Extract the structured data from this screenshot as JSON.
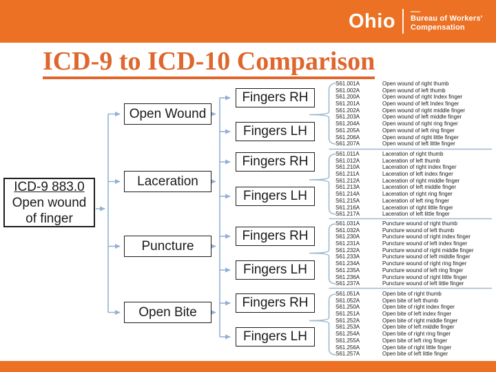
{
  "header": {
    "logo": {
      "state": "Ohio",
      "agency_line1": "Bureau of Workers'",
      "agency_line2": "Compensation"
    },
    "bar_color": "#EC7124"
  },
  "title": "ICD-9 to ICD-10 Comparison",
  "title_color": "#DF662C",
  "diagram": {
    "connector_color": "#92B1D5",
    "brace_color": "#9FB8CB",
    "root": {
      "line1": "ICD-9 883.0",
      "line2": "Open wound",
      "line3": "of finger"
    },
    "categories": [
      {
        "label": "Open Wound"
      },
      {
        "label": "Laceration"
      },
      {
        "label": "Puncture"
      },
      {
        "label": "Open Bite"
      }
    ],
    "hand_boxes": [
      "Fingers RH",
      "Fingers LH",
      "Fingers RH",
      "Fingers LH",
      "Fingers RH",
      "Fingers LH",
      "Fingers RH",
      "Fingers LH"
    ]
  },
  "code_groups": [
    {
      "category": "Open Wound",
      "rows": [
        {
          "code": "S61.001A",
          "desc": "Open wound of right thumb"
        },
        {
          "code": "S61.002A",
          "desc": "Open wound of left thumb"
        },
        {
          "code": "S61.200A",
          "desc": "Open wound of right Index finger"
        },
        {
          "code": "S61.201A",
          "desc": "Open wound of left Index finger"
        },
        {
          "code": "S61.202A",
          "desc": "Open wound of right middle finger"
        },
        {
          "code": "S61.203A",
          "desc": "Open wound of left middle finger"
        },
        {
          "code": "S61.204A",
          "desc": "Open wound of right ring finger"
        },
        {
          "code": "S61.205A",
          "desc": "Open wound of left ring finger"
        },
        {
          "code": "S61.206A",
          "desc": "Open wound of right little finger"
        },
        {
          "code": "S61.207A",
          "desc": "Open wound of left little finger"
        }
      ]
    },
    {
      "category": "Laceration",
      "rows": [
        {
          "code": "S61.011A",
          "desc": "Laceration of right thumb"
        },
        {
          "code": "S61.012A",
          "desc": "Laceration of left thumb"
        },
        {
          "code": "S61.210A",
          "desc": "Laceration of right index finger"
        },
        {
          "code": "S61.211A",
          "desc": "Laceration of left index finger"
        },
        {
          "code": "S61.212A",
          "desc": "Laceration of right middle finger"
        },
        {
          "code": "S61.213A",
          "desc": "Laceration of left middle finger"
        },
        {
          "code": "S61.214A",
          "desc": "Laceration of right ring finger"
        },
        {
          "code": "S61.215A",
          "desc": "Laceration of left ring finger"
        },
        {
          "code": "S61.216A",
          "desc": "Laceration of right little finger"
        },
        {
          "code": "S61.217A",
          "desc": "Laceration of left little finger"
        }
      ]
    },
    {
      "category": "Puncture",
      "rows": [
        {
          "code": "S61.031A",
          "desc": "Puncture wound of right thumb"
        },
        {
          "code": "S61.032A",
          "desc": "Puncture wound of left thumb"
        },
        {
          "code": "S61.230A",
          "desc": "Puncture wound of right index finger"
        },
        {
          "code": "S61.231A",
          "desc": "Puncture wound of left index finger"
        },
        {
          "code": "S61.232A",
          "desc": "Puncture wound of right middle finger"
        },
        {
          "code": "S61.233A",
          "desc": "Puncture wound of left middle finger"
        },
        {
          "code": "S61.234A",
          "desc": "Puncture wound of right ring finger"
        },
        {
          "code": "S61.235A",
          "desc": "Puncture wound of left ring finger"
        },
        {
          "code": "S61.236A",
          "desc": "Puncture wound of right little finger"
        },
        {
          "code": "S61.237A",
          "desc": "Puncture wound of left little finger"
        }
      ]
    },
    {
      "category": "Open Bite",
      "rows": [
        {
          "code": "S61.051A",
          "desc": "Open bite of right thumb"
        },
        {
          "code": "S61.052A",
          "desc": "Open bite of left thumb"
        },
        {
          "code": "S61.250A",
          "desc": "Open bite of right index finger"
        },
        {
          "code": "S61.251A",
          "desc": "Open bite of left index finger"
        },
        {
          "code": "S61.252A",
          "desc": "Open bite of right middle finger"
        },
        {
          "code": "S61.253A",
          "desc": "Open bite of left middle finger"
        },
        {
          "code": "S61.254A",
          "desc": "Open bite of right ring finger"
        },
        {
          "code": "S61.255A",
          "desc": "Open bite of left ring finger"
        },
        {
          "code": "S61.256A",
          "desc": "Open bite of right little finger"
        },
        {
          "code": "S61.257A",
          "desc": "Open bite of left little finger"
        }
      ]
    }
  ]
}
